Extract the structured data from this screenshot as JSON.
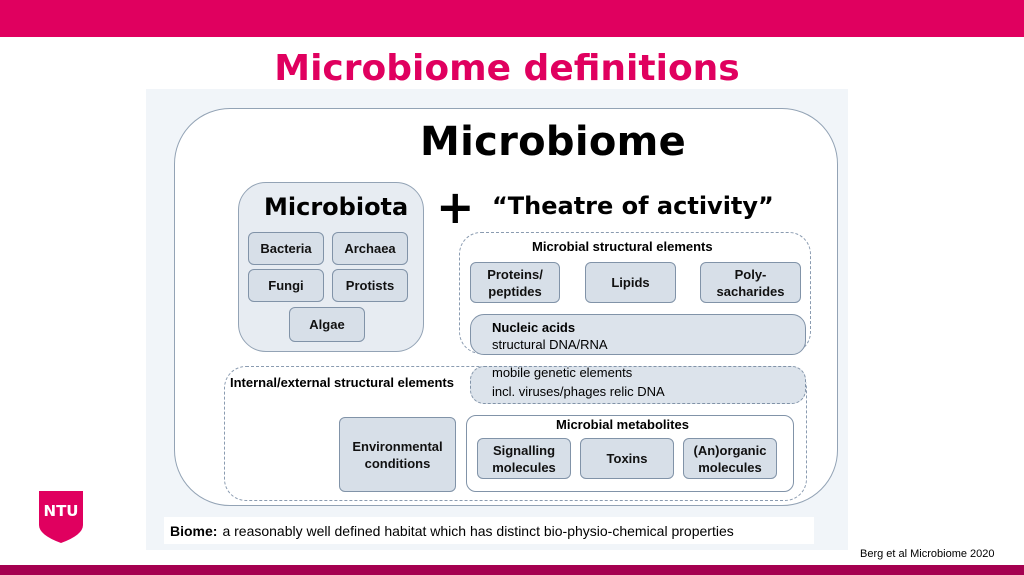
{
  "slide": {
    "title": "Microbiome definitions",
    "citation": "Berg et al Microbiome 2020",
    "logo_text": "NTU",
    "colors": {
      "brand": "#e0005f",
      "bottom_bar": "#a50050"
    }
  },
  "figure": {
    "title": "Microbiome",
    "microbiota": {
      "title": "Microbiota",
      "items": [
        "Bacteria",
        "Archaea",
        "Fungi",
        "Protists",
        "Algae"
      ]
    },
    "plus": "+",
    "theatre": "“Theatre of activity”",
    "structural": {
      "title": "Microbial structural elements",
      "items": [
        "Proteins/\npeptides",
        "Lipids",
        "Poly-\nsacharides"
      ]
    },
    "nucleic": {
      "title": "Nucleic acids",
      "subtitle": "structural DNA/RNA"
    },
    "mobile": {
      "line1": "mobile genetic elements",
      "line2": "incl. viruses/phages relic DNA"
    },
    "internal_external": "Internal/external structural elements",
    "environmental": "Environmental\nconditions",
    "metabolites": {
      "title": "Microbial metabolites",
      "items": [
        "Signalling\nmolecules",
        "Toxins",
        "(An)organic\nmolecules"
      ]
    },
    "biome": {
      "term": "Biome:",
      "definition": "a reasonably well defined habitat which has distinct bio-physio-chemical properties"
    }
  }
}
